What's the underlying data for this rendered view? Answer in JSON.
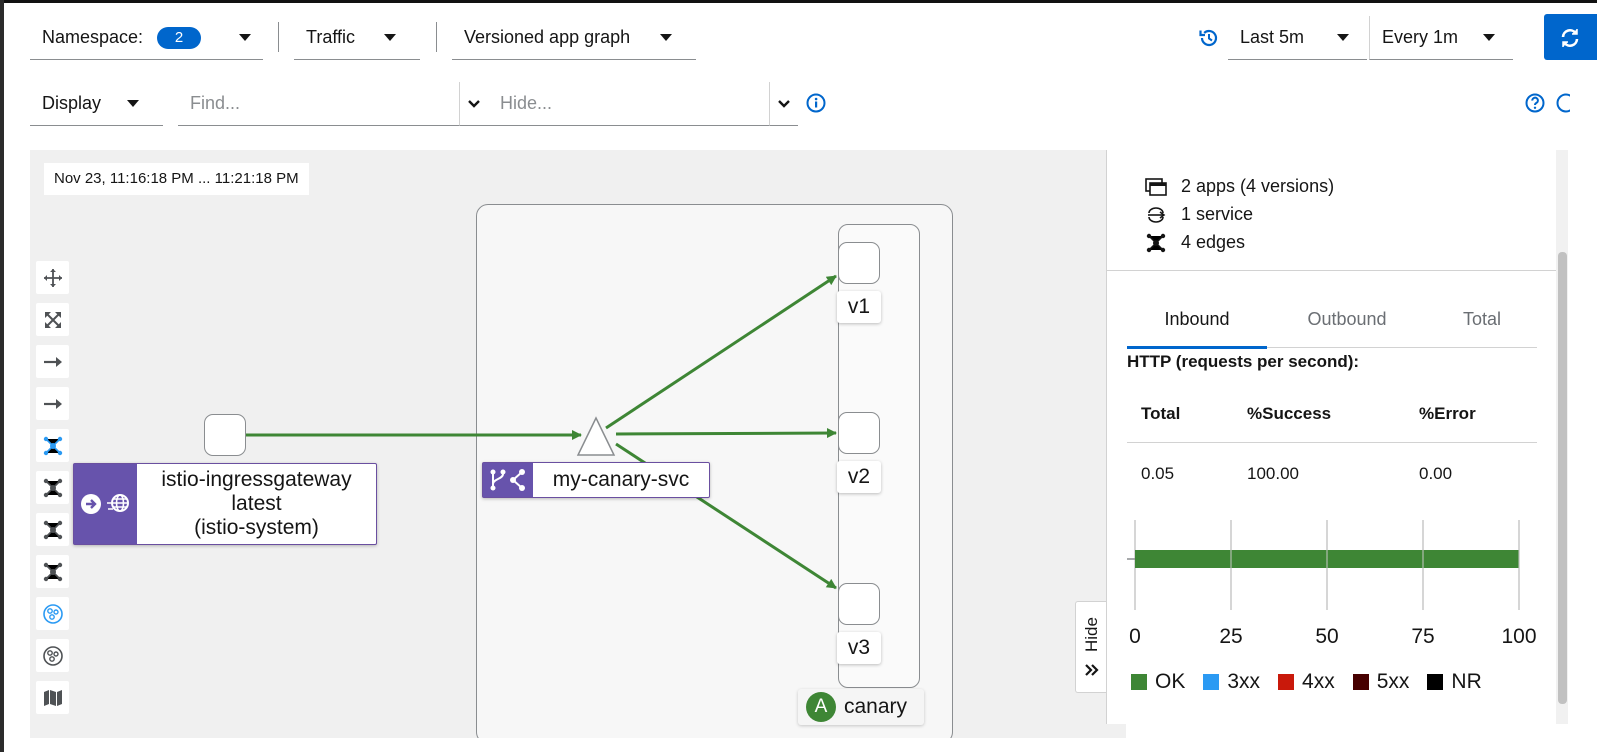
{
  "toolbar": {
    "namespace_label": "Namespace:",
    "namespace_count": "2",
    "traffic_label": "Traffic",
    "graph_type": "Versioned app graph",
    "duration": "Last 5m",
    "refresh_interval": "Every 1m"
  },
  "filters": {
    "display_label": "Display",
    "find_placeholder": "Find...",
    "hide_placeholder": "Hide..."
  },
  "graph": {
    "timestamp": "Nov 23, 11:16:18 PM ... 11:21:18 PM",
    "ingress": {
      "name": "istio-ingressgateway",
      "version": "latest",
      "namespace": "(istio-system)"
    },
    "service_name": "my-canary-svc",
    "app_name": "canary",
    "app_badge": "A",
    "versions": [
      "v1",
      "v2",
      "v3"
    ],
    "edge_color": "#3e8635",
    "hide_tab": "Hide"
  },
  "panel": {
    "summary": {
      "apps": "2 apps (4 versions)",
      "services": "1 service",
      "edges": "4 edges"
    },
    "tabs": [
      "Inbound",
      "Outbound",
      "Total"
    ],
    "active_tab": "Inbound",
    "http_title": "HTTP (requests per second):",
    "table": {
      "headers": [
        "Total",
        "%Success",
        "%Error"
      ],
      "row": [
        "0.05",
        "100.00",
        "0.00"
      ]
    }
  },
  "chart_data": {
    "type": "bar",
    "orientation": "horizontal",
    "categories": [
      ""
    ],
    "series": [
      {
        "name": "OK",
        "values": [
          100
        ],
        "color": "#3e8635"
      },
      {
        "name": "3xx",
        "values": [
          0
        ],
        "color": "#2b9af3"
      },
      {
        "name": "4xx",
        "values": [
          0
        ],
        "color": "#c9190b"
      },
      {
        "name": "5xx",
        "values": [
          0
        ],
        "color": "#470000"
      },
      {
        "name": "NR",
        "values": [
          0
        ],
        "color": "#000000"
      }
    ],
    "xlim": [
      0,
      100
    ],
    "xticks": [
      0,
      25,
      50,
      75,
      100
    ],
    "grid": true,
    "legend": "bottom"
  }
}
